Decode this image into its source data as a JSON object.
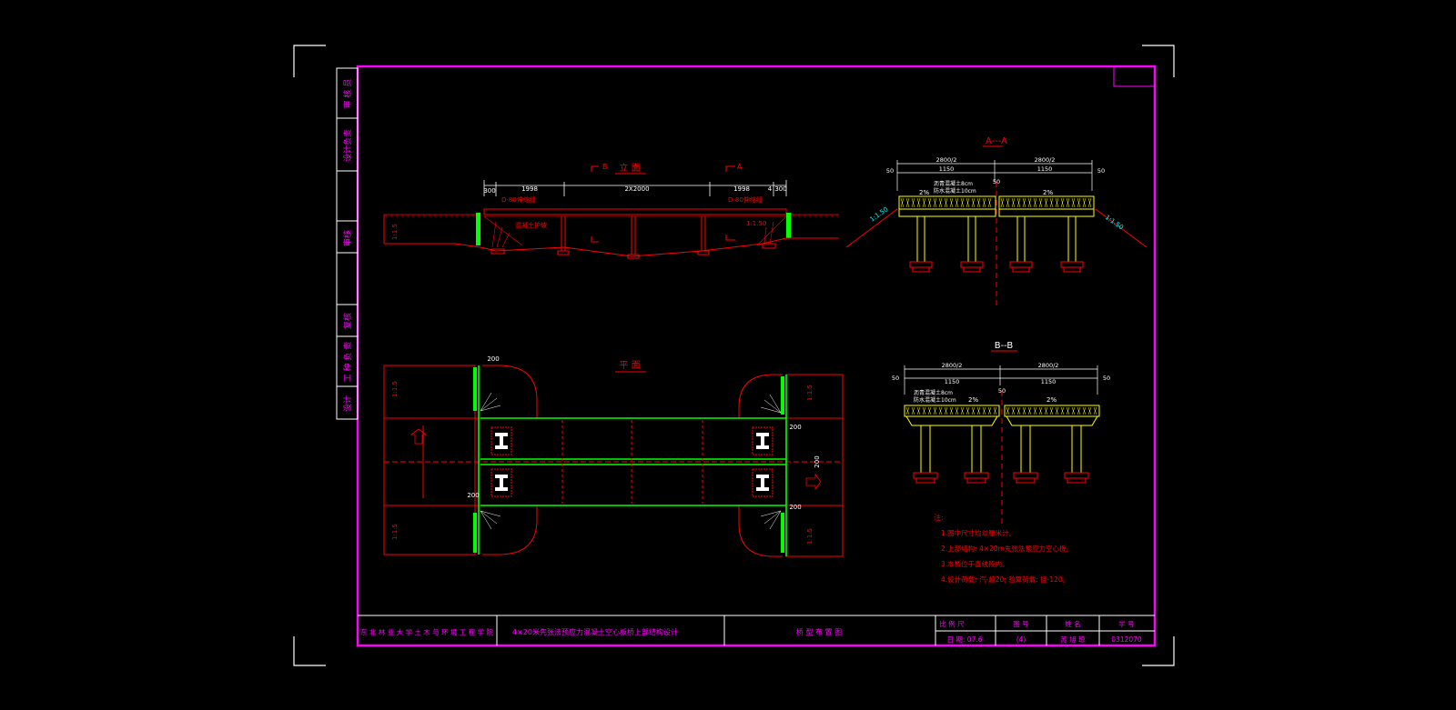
{
  "colors": {
    "background": "#000000",
    "frame": "#ff00ff",
    "structure": "#ff0000",
    "dimension": "#ffffff",
    "earth": "#00ff00",
    "yellow": "#ffff00",
    "cyan": "#00ffff"
  },
  "side_strip": {
    "cells": [
      "审 核 员",
      "设计负责",
      "审核",
      "复核",
      "工 种 负 责",
      "设计"
    ]
  },
  "elevation": {
    "title": "立 面",
    "section_mark_left": "B",
    "section_mark_right": "A",
    "dims": [
      "300",
      "1998",
      "2X2000",
      "1998",
      "4",
      "300"
    ],
    "labels": [
      "D-80伸缩缝",
      "D-80伸缩缝",
      "混凝土护坡",
      "1:1.50",
      "1:1.5"
    ]
  },
  "plan": {
    "title": "平 面",
    "dims": [
      "200",
      "200",
      "200",
      "200",
      "200"
    ],
    "slopes": [
      "1:1.5",
      "1:1.5",
      "1:1.5",
      "1:1.5"
    ]
  },
  "section_a": {
    "title": "A---A",
    "dims_top": [
      "2800/2",
      "2800/2"
    ],
    "dims_mid": [
      "50",
      "1150",
      "50",
      "1150",
      "50"
    ],
    "notes": [
      "沥青混凝土8cm",
      "防水混凝土10cm"
    ],
    "crossfall": [
      "2%",
      "2%"
    ],
    "slopes": [
      "1:1.50",
      "1:1.50"
    ]
  },
  "section_b": {
    "title": "B--B",
    "dims_top": [
      "2800/2",
      "2800/2"
    ],
    "dims_mid": [
      "50",
      "1150",
      "50",
      "1150",
      "50"
    ],
    "notes": [
      "沥青混凝土8cm",
      "防水混凝土10cm"
    ],
    "crossfall": [
      "2%",
      "2%"
    ]
  },
  "notes": {
    "heading": "注:",
    "items": [
      "1.图中尺寸均以厘米计。",
      "2.上部结构: 4×20m先张法预应力空心板。",
      "3.本桥位于直线段内。",
      "4.设计荷载: 汽-超20; 验算荷载: 挂-120。"
    ]
  },
  "title_block": {
    "school": "东 北 林 业 大 学 土 木 与 环 境 工 程 学 院",
    "project": "4×20米先张法预应力混凝土空心板桥上部结构设计",
    "drawing_name": "桥 型 布 置 图",
    "hdr_scale": "比 例 尺",
    "hdr_drawing_no": "图 号",
    "hdr_name": "姓 名",
    "hdr_student_no": "学 号",
    "date_label": "日 期: 07.6",
    "drawing_no": "(4)",
    "name": "苏 旭 琼",
    "student_no": "0312070"
  }
}
